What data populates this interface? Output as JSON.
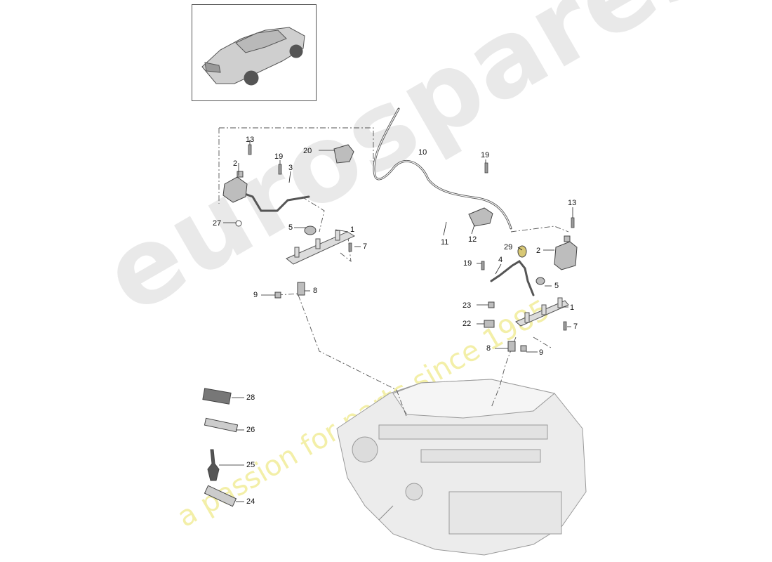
{
  "watermark": {
    "brand": "eurospares",
    "tagline": "a passion for parts since 1985"
  },
  "thumbnail": {
    "name": "vehicle-overview"
  },
  "callouts": [
    {
      "id": "c13a",
      "text": "13"
    },
    {
      "id": "c2a",
      "text": "2"
    },
    {
      "id": "c19a",
      "text": "19"
    },
    {
      "id": "c3",
      "text": "3"
    },
    {
      "id": "c20",
      "text": "20"
    },
    {
      "id": "c10",
      "text": "10"
    },
    {
      "id": "c19b",
      "text": "19"
    },
    {
      "id": "c27",
      "text": "27"
    },
    {
      "id": "c5a",
      "text": "5"
    },
    {
      "id": "c1a",
      "text": "1"
    },
    {
      "id": "c7a",
      "text": "7"
    },
    {
      "id": "c11",
      "text": "11"
    },
    {
      "id": "c12",
      "text": "12"
    },
    {
      "id": "c13b",
      "text": "13"
    },
    {
      "id": "c29",
      "text": "29"
    },
    {
      "id": "c2b",
      "text": "2"
    },
    {
      "id": "c19c",
      "text": "19"
    },
    {
      "id": "c4",
      "text": "4"
    },
    {
      "id": "c5b",
      "text": "5"
    },
    {
      "id": "c9a",
      "text": "9"
    },
    {
      "id": "c8a",
      "text": "8"
    },
    {
      "id": "c23",
      "text": "23"
    },
    {
      "id": "c1b",
      "text": "1"
    },
    {
      "id": "c22",
      "text": "22"
    },
    {
      "id": "c7b",
      "text": "7"
    },
    {
      "id": "c8b",
      "text": "8"
    },
    {
      "id": "c9b",
      "text": "9"
    },
    {
      "id": "c28",
      "text": "28"
    },
    {
      "id": "c26",
      "text": "26"
    },
    {
      "id": "c25",
      "text": "25"
    },
    {
      "id": "c24",
      "text": "24"
    }
  ]
}
